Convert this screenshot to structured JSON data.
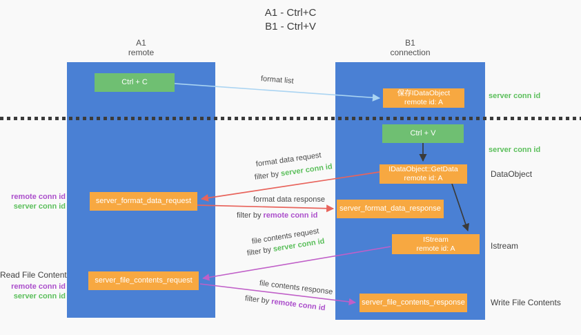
{
  "title": {
    "line1": "A1 - Ctrl+C",
    "line2": "B1 - Ctrl+V"
  },
  "columns": {
    "a1": {
      "name": "A1",
      "subtitle": "remote"
    },
    "b1": {
      "name": "B1",
      "subtitle": "connection"
    }
  },
  "nodes": {
    "ctrl_c": {
      "label": "Ctrl + C"
    },
    "ctrl_v": {
      "label": "Ctrl + V"
    },
    "save_idataobject": {
      "line1": "保存IDataObject",
      "line2": "remote id: A"
    },
    "idataobject_getdata": {
      "line1": "IDataObject::GetData",
      "line2": "remote id: A"
    },
    "istream": {
      "line1": "IStream",
      "line2": "remote id: A"
    },
    "server_format_data_request": {
      "label": "server_format_data_request"
    },
    "server_format_data_response": {
      "label": "server_format_data_response"
    },
    "server_file_contents_request": {
      "label": "server_file_contents_request"
    },
    "server_file_contents_response": {
      "label": "server_file_contents_response"
    }
  },
  "arrows": {
    "format_list": {
      "label": "format list"
    },
    "format_data_request": {
      "label": "format data request",
      "filter_prefix": "filter by",
      "filter_value": "server conn id"
    },
    "format_data_response": {
      "label": "format data response",
      "filter_prefix": "filter by",
      "filter_value": "remote conn id"
    },
    "file_contents_request": {
      "label": "file contents request",
      "filter_prefix": "filter by",
      "filter_value": "server conn id"
    },
    "file_contents_response": {
      "label": "file contents response",
      "filter_prefix": "filter by",
      "filter_value": "remote conn id"
    }
  },
  "side_labels": {
    "right": {
      "server_conn_id_1": "server conn id",
      "server_conn_id_2": "server conn id",
      "dataobject": "DataObject",
      "istream": "Istream",
      "write_file_contents": "Write File Contents"
    },
    "left": {
      "remote_conn_id_1": "remote conn id",
      "server_conn_id_1": "server conn id",
      "read_file_contents": "Read File Contents",
      "remote_conn_id_2": "remote conn id",
      "server_conn_id_2": "server conn id"
    }
  },
  "colors": {
    "column_blue": "#4a80d4",
    "box_green": "#6fbf72",
    "box_orange": "#f7a841",
    "label_green": "#5bbf5b",
    "label_purple": "#ab4ecb",
    "arrow_red": "#e8645c",
    "arrow_magenta": "#c05fc8",
    "arrow_lightblue": "#aad4f2",
    "arrow_black": "#3a3a3a"
  }
}
